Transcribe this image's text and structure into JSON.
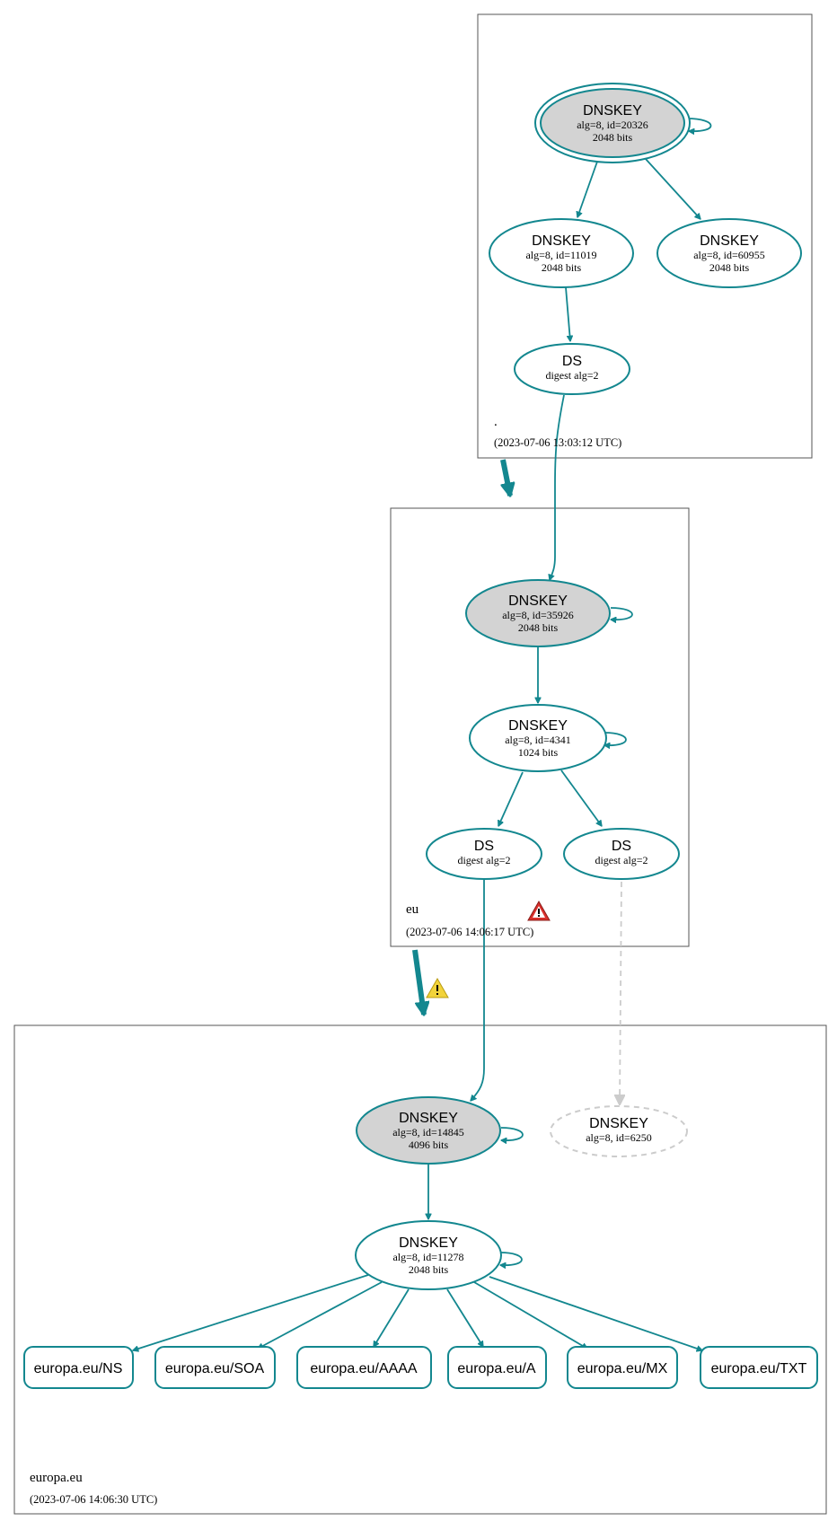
{
  "zones": [
    {
      "name": ".",
      "timestamp": "(2023-07-06 13:03:12 UTC)"
    },
    {
      "name": "eu",
      "timestamp": "(2023-07-06 14:06:17 UTC)"
    },
    {
      "name": "europa.eu",
      "timestamp": "(2023-07-06 14:06:30 UTC)"
    }
  ],
  "nodes": {
    "root_ksk": {
      "title": "DNSKEY",
      "line1": "alg=8, id=20326",
      "line2": "2048 bits"
    },
    "root_zsk1": {
      "title": "DNSKEY",
      "line1": "alg=8, id=11019",
      "line2": "2048 bits"
    },
    "root_zsk2": {
      "title": "DNSKEY",
      "line1": "alg=8, id=60955",
      "line2": "2048 bits"
    },
    "root_ds": {
      "title": "DS",
      "line1": "digest alg=2"
    },
    "eu_ksk": {
      "title": "DNSKEY",
      "line1": "alg=8, id=35926",
      "line2": "2048 bits"
    },
    "eu_zsk": {
      "title": "DNSKEY",
      "line1": "alg=8, id=4341",
      "line2": "1024 bits"
    },
    "eu_ds1": {
      "title": "DS",
      "line1": "digest alg=2"
    },
    "eu_ds2": {
      "title": "DS",
      "line1": "digest alg=2"
    },
    "europa_ksk": {
      "title": "DNSKEY",
      "line1": "alg=8, id=14845",
      "line2": "4096 bits"
    },
    "europa_missing": {
      "title": "DNSKEY",
      "line1": "alg=8, id=6250"
    },
    "europa_zsk": {
      "title": "DNSKEY",
      "line1": "alg=8, id=11278",
      "line2": "2048 bits"
    }
  },
  "rrsets": [
    "europa.eu/NS",
    "europa.eu/SOA",
    "europa.eu/AAAA",
    "europa.eu/A",
    "europa.eu/MX",
    "europa.eu/TXT"
  ],
  "colors": {
    "edge": "#13878f",
    "ksk_fill": "#d3d3d3",
    "missing": "#cccccc",
    "error_icon": "#d9302c",
    "warning_icon": "#f2d33a"
  },
  "icons": {
    "eu_zone": "error-icon",
    "delegation": "warning-icon"
  }
}
